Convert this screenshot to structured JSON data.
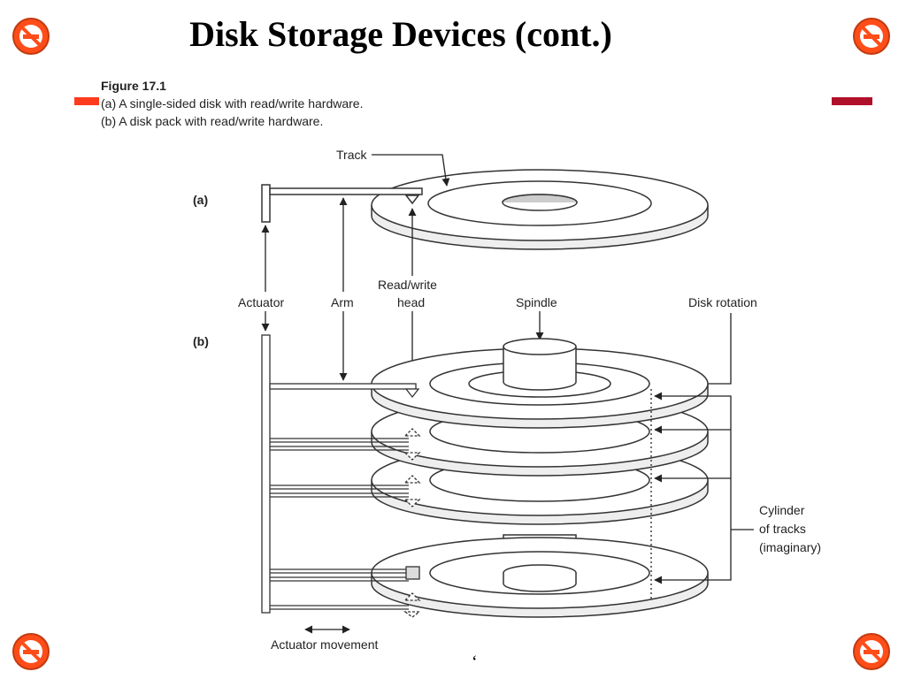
{
  "slide": {
    "title": "Disk Storage Devices (cont.)",
    "stray_mark": "‘",
    "corner_icon": "no-smoking-icon",
    "colors": {
      "corner": "#ff4d1a",
      "bar_left": "#ff3b1f",
      "bar_right": "#b0102a"
    }
  },
  "caption": {
    "figure": "Figure 17.1",
    "line_a": "(a) A single-sided disk with read/write hardware.",
    "line_b": "(b) A disk pack with read/write hardware."
  },
  "diagram": {
    "part_a": "(a)",
    "part_b": "(b)",
    "labels": {
      "track": "Track",
      "actuator": "Actuator",
      "arm": "Arm",
      "rw_head_1": "Read/write",
      "rw_head_2": "head",
      "spindle": "Spindle",
      "disk_rotation": "Disk rotation",
      "cylinder_1": "Cylinder",
      "cylinder_2": "of tracks",
      "cylinder_3": "(imaginary)",
      "actuator_movement": "Actuator movement"
    }
  }
}
